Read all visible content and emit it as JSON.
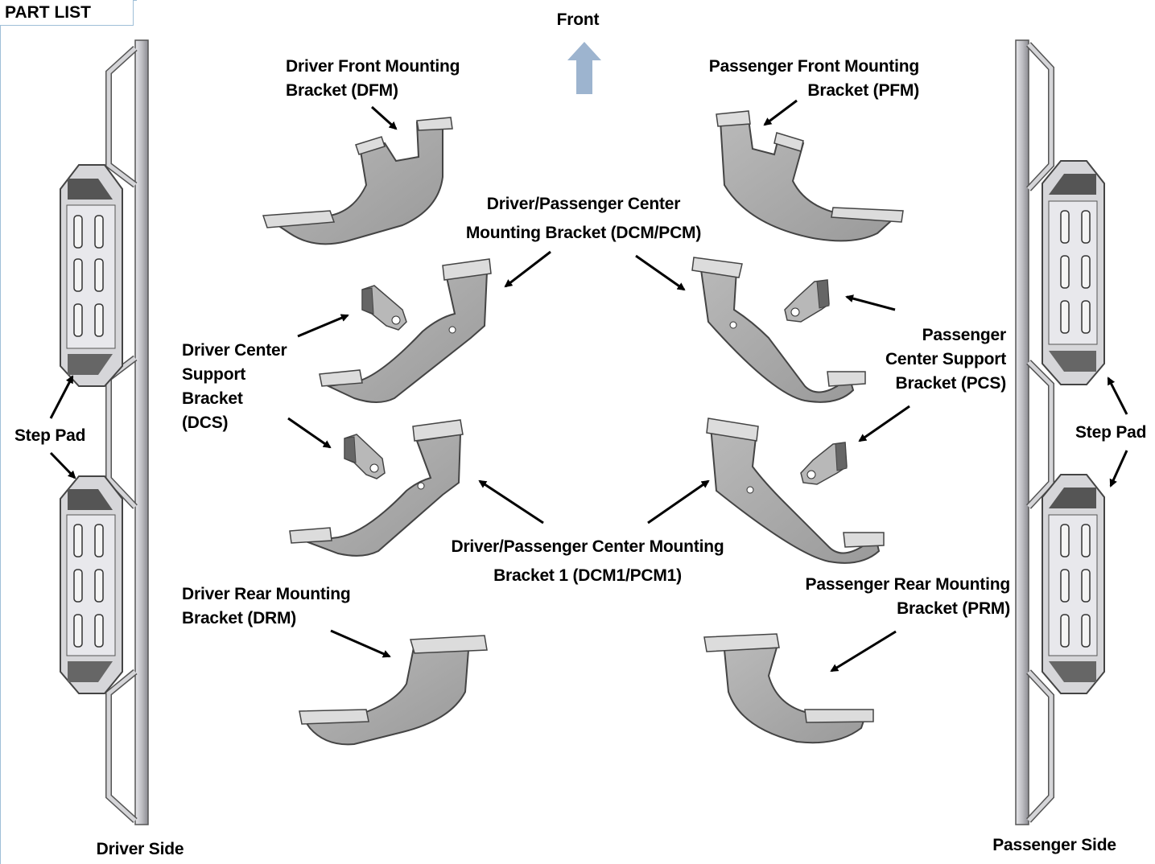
{
  "header": {
    "part_list": "PART LIST"
  },
  "orientation": {
    "front": "Front"
  },
  "labels": {
    "dfm": [
      "Driver Front Mounting",
      "Bracket (DFM)"
    ],
    "pfm": [
      "Passenger Front Mounting",
      "Bracket (PFM)"
    ],
    "dcm": [
      "Driver/Passenger Center",
      "Mounting Bracket (DCM/PCM)"
    ],
    "dcs": [
      "Driver Center",
      "Support",
      "Bracket",
      "(DCS)"
    ],
    "pcs": [
      "Passenger",
      "Center Support",
      "Bracket (PCS)"
    ],
    "dcm1": [
      "Driver/Passenger Center Mounting",
      "Bracket 1 (DCM1/PCM1)"
    ],
    "drm": [
      "Driver Rear Mounting",
      "Bracket (DRM)"
    ],
    "prm": [
      "Passenger Rear Mounting",
      "Bracket (PRM)"
    ],
    "step_pad_left": "Step Pad",
    "step_pad_right": "Step Pad",
    "driver_side": "Driver Side",
    "passenger_side": "Passenger Side"
  },
  "colors": {
    "bracket": "#a9a9a9",
    "bracket_edge": "#555555",
    "plate": "#d9d9d9",
    "rail": "#c8c8cc",
    "front_arrow": "#9db4cf"
  }
}
